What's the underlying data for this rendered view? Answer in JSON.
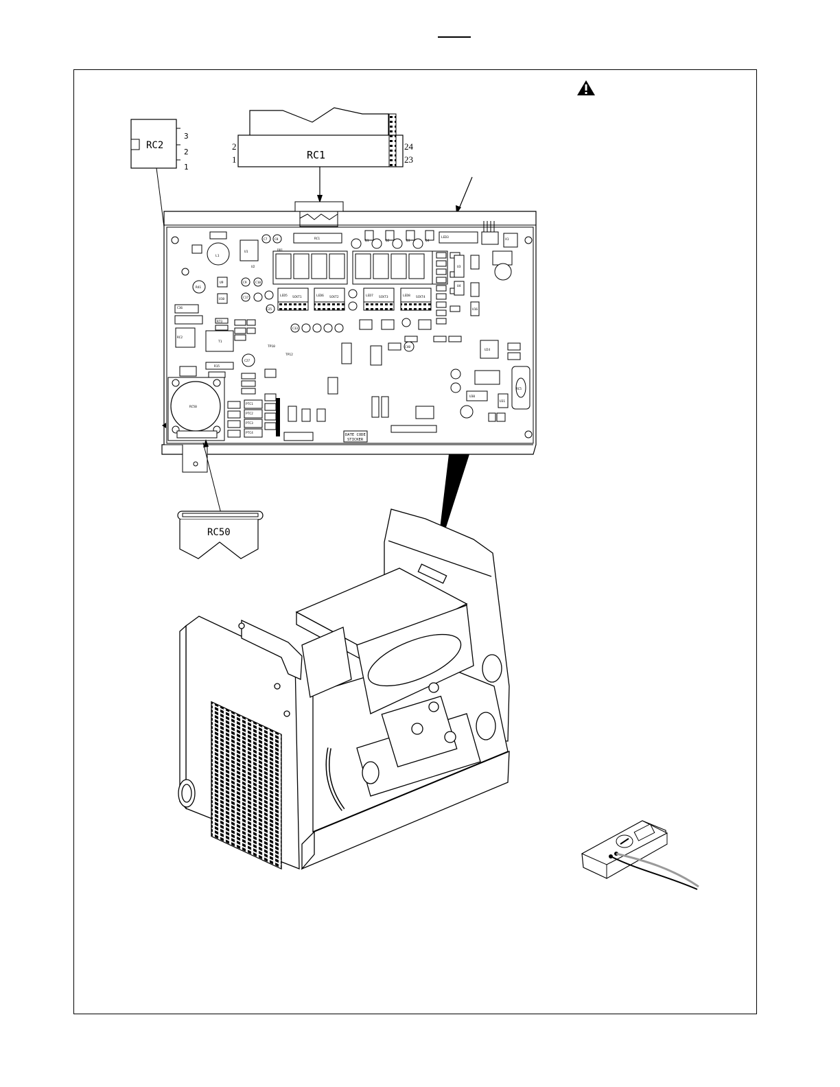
{
  "connectors": {
    "rc2": {
      "label": "RC2",
      "pins": [
        "3",
        "2",
        "1"
      ]
    },
    "rc1": {
      "label": "RC1",
      "left_pins": [
        "2",
        "1"
      ],
      "right_pins": [
        "24",
        "23"
      ]
    },
    "rc50": {
      "label": "RC50"
    }
  },
  "board": {
    "sticker": [
      "DATE CODE",
      "STICKER"
    ],
    "silkscreen": [
      "DD1",
      "RC1",
      "Q1",
      "Q2",
      "Q3",
      "Q4",
      "U1",
      "U2",
      "U3",
      "U4",
      "U9",
      "U10",
      "U16",
      "U24",
      "U30",
      "U31",
      "L1",
      "T1",
      "R15",
      "R41",
      "R73",
      "C7",
      "C8",
      "C9",
      "C10",
      "C17",
      "C25",
      "C27",
      "C33",
      "C36",
      "C40",
      "LED3",
      "LED5",
      "LED6",
      "LED7",
      "LED8",
      "PTC1",
      "PTC2",
      "PTC3",
      "PTC4",
      "RC50",
      "RC2",
      "RC5",
      "SCKT1",
      "SCKT2",
      "SCKT3",
      "SCKT4",
      "TP10",
      "TP12",
      "X1"
    ]
  },
  "colors": {
    "ink": "#000000",
    "paper": "#ffffff",
    "meter_leads": "#9a9a9a"
  },
  "icons": [
    "warning-triangle-icon",
    "multimeter-icon"
  ]
}
